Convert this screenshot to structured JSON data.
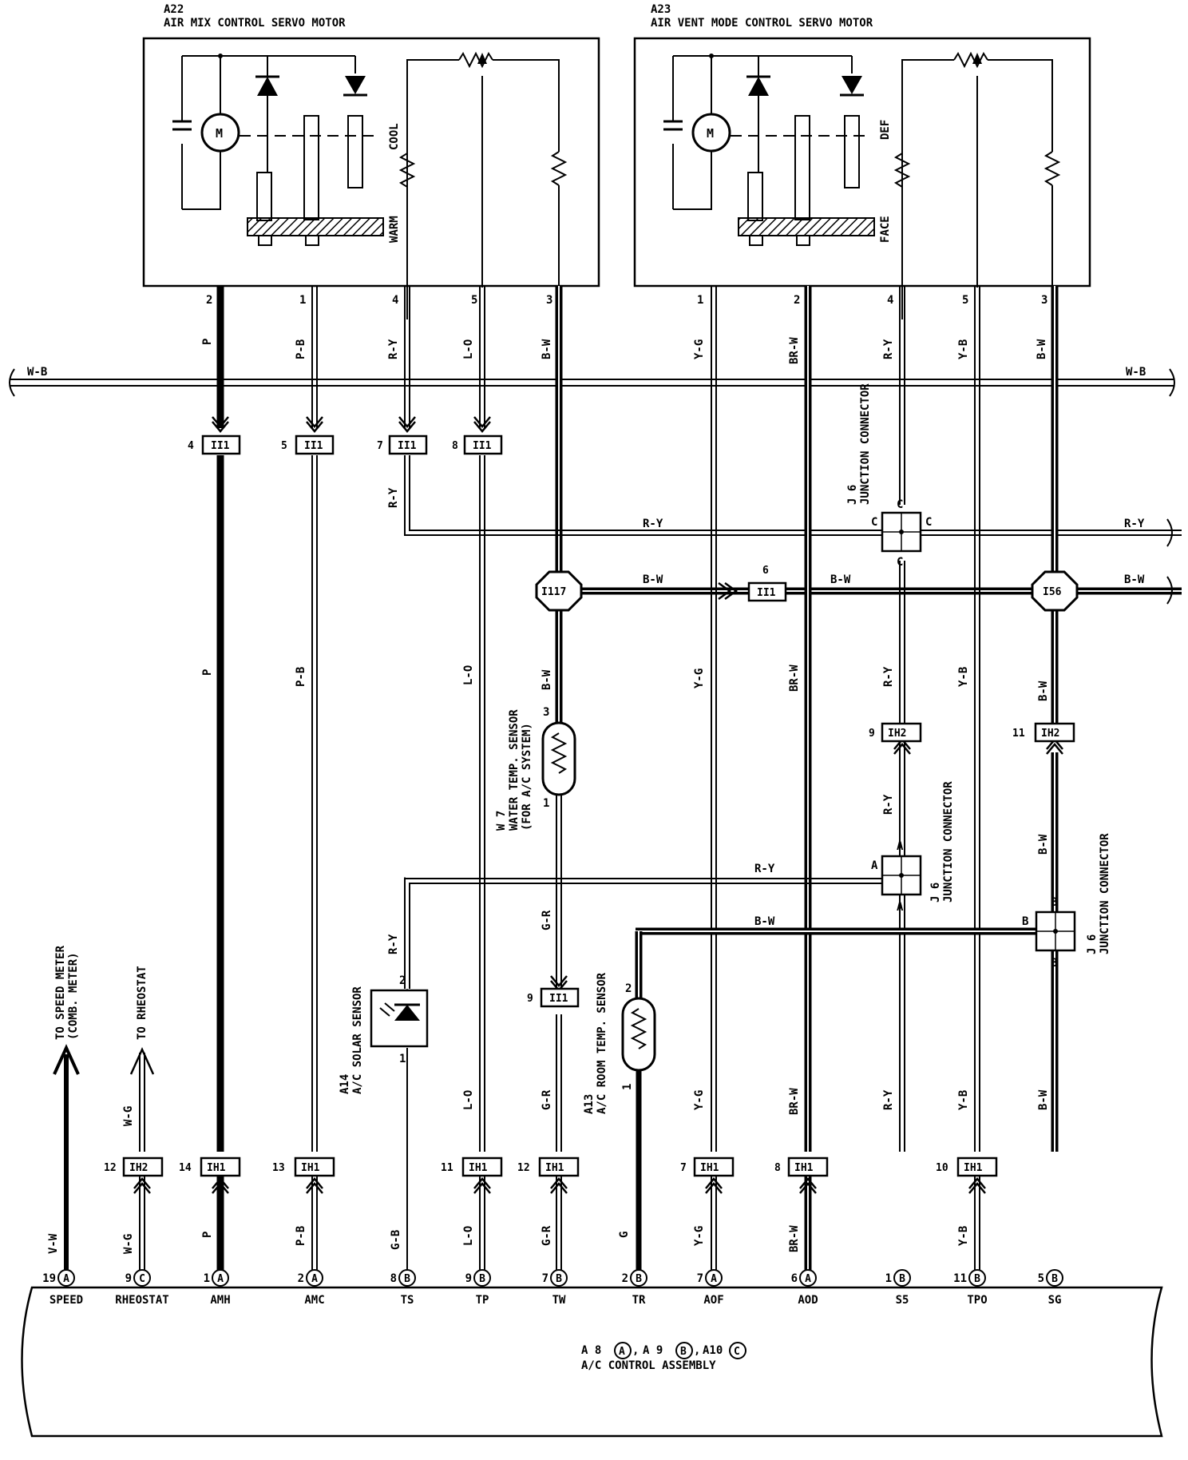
{
  "motors": [
    {
      "id": "A22",
      "name": "AIR MIX CONTROL SERVO MOTOR",
      "pos1": "COOL",
      "pos2": "WARM",
      "motor_symbol": "M"
    },
    {
      "id": "A23",
      "name": "AIR VENT MODE CONTROL SERVO MOTOR",
      "pos1": "DEF",
      "pos2": "FACE",
      "motor_symbol": "M"
    }
  ],
  "ground_bus": {
    "left": "W-B",
    "right": "W-B"
  },
  "motor_pins": {
    "a22": [
      "2",
      "1",
      "4",
      "5",
      "3"
    ],
    "a23": [
      "1",
      "2",
      "4",
      "5",
      "3"
    ]
  },
  "motor_wire_labels": {
    "a22": [
      "P",
      "P-B",
      "R-Y",
      "L-O",
      "B-W"
    ],
    "a23": [
      "Y-G",
      "BR-W",
      "R-Y",
      "Y-B",
      "B-W"
    ]
  },
  "mid_wire_labels": {
    "amh": "P",
    "amc": "P-B",
    "tp": "L-O",
    "tw_upper": "B-W",
    "aof": "Y-G",
    "aod": "BR-W",
    "s5": "R-Y",
    "tpo": "Y-B",
    "sg": "B-W",
    "s5_lower": "R-Y",
    "sg_lower": "B-W",
    "tw_mid": "G-R",
    "ts_up": "R-Y",
    "ry_branch": "R-Y"
  },
  "horizontal_labels": {
    "ry_main_left": "R-Y",
    "ry_main_right": "R-Y",
    "bw_main_mid1": "B-W",
    "bw_main_mid2": "B-W",
    "bw_main_right": "B-W",
    "ry_ts": "R-Y",
    "bw_tr": "B-W"
  },
  "connectors": {
    "ii1_4": {
      "code": "II1",
      "pin": "4"
    },
    "ii1_5": {
      "code": "II1",
      "pin": "5"
    },
    "ii1_7": {
      "code": "II1",
      "pin": "7"
    },
    "ii1_8": {
      "code": "II1",
      "pin": "8"
    },
    "ii1_6": {
      "code": "II1",
      "pin": "6"
    },
    "ii1_9": {
      "code": "II1",
      "pin": "9"
    },
    "ih2_9": {
      "code": "IH2",
      "pin": "9"
    },
    "ih2_11": {
      "code": "IH2",
      "pin": "11"
    },
    "ih2_12": {
      "code": "IH2",
      "pin": "12"
    },
    "ih1_14": {
      "code": "IH1",
      "pin": "14"
    },
    "ih1_13": {
      "code": "IH1",
      "pin": "13"
    },
    "ih1_11": {
      "code": "IH1",
      "pin": "11"
    },
    "ih1_12": {
      "code": "IH1",
      "pin": "12"
    },
    "ih1_7": {
      "code": "IH1",
      "pin": "7"
    },
    "ih1_8": {
      "code": "IH1",
      "pin": "8"
    },
    "ih1_10": {
      "code": "IH1",
      "pin": "10"
    }
  },
  "splices": {
    "i117": "I117",
    "i56": "I56"
  },
  "junctions": {
    "j6_top": {
      "label": "J 6",
      "desc": "JUNCTION CONNECTOR",
      "pin": "C"
    },
    "j6_mid": {
      "label": "J 6",
      "desc": "JUNCTION CONNECTOR",
      "pin": "A"
    },
    "j6_low": {
      "label": "J 6",
      "desc": "JUNCTION CONNECTOR",
      "pin": "B"
    }
  },
  "sensors": {
    "w7": {
      "id": "W 7",
      "name": "WATER TEMP. SENSOR",
      "note": "(FOR A/C SYSTEM)",
      "pin_top": "3",
      "pin_bottom": "1"
    },
    "a14": {
      "id": "A14",
      "name": "A/C SOLAR SENSOR",
      "pin_top": "2",
      "pin_bottom": "1"
    },
    "a13": {
      "id": "A13",
      "name": "A/C ROOM TEMP. SENSOR",
      "pin_top": "2",
      "pin_bottom": "1"
    }
  },
  "off_page": {
    "speed": {
      "text1": "TO SPEED METER",
      "text2": "(COMB. METER)"
    },
    "rheostat": {
      "text1": "TO RHEOSTAT"
    }
  },
  "lower_wire_labels": {
    "speed": "V-W",
    "rheo_up": "W-G",
    "rheo_low": "W-G",
    "amh": "P",
    "amc": "P-B",
    "ts": "G-B",
    "tp_up": "L-O",
    "tp_low": "L-O",
    "tw_up": "G-R",
    "tw_low": "G-R",
    "tr": "G",
    "aof_up": "Y-G",
    "aof_low": "Y-G",
    "aod_up": "BR-W",
    "aod_low": "BR-W",
    "s5": "R-Y",
    "tpo_up": "Y-B",
    "tpo_low": "Y-B",
    "sg": "B-W"
  },
  "terminals": [
    {
      "pin": "19",
      "letter": "A",
      "name": "SPEED"
    },
    {
      "pin": "9",
      "letter": "C",
      "name": "RHEOSTAT"
    },
    {
      "pin": "1",
      "letter": "A",
      "name": "AMH"
    },
    {
      "pin": "2",
      "letter": "A",
      "name": "AMC"
    },
    {
      "pin": "8",
      "letter": "B",
      "name": "TS"
    },
    {
      "pin": "9",
      "letter": "B",
      "name": "TP"
    },
    {
      "pin": "7",
      "letter": "B",
      "name": "TW"
    },
    {
      "pin": "2",
      "letter": "B",
      "name": "TR"
    },
    {
      "pin": "7",
      "letter": "A",
      "name": "AOF"
    },
    {
      "pin": "6",
      "letter": "A",
      "name": "AOD"
    },
    {
      "pin": "1",
      "letter": "B",
      "name": "S5"
    },
    {
      "pin": "11",
      "letter": "B",
      "name": "TPO"
    },
    {
      "pin": "5",
      "letter": "B",
      "name": "SG"
    }
  ],
  "assembly": {
    "id_a": "A 8",
    "l_a": "A",
    "id_b": "A 9",
    "l_b": "B",
    "id_c": "A10",
    "l_c": "C",
    "sep": ",",
    "name": "A/C CONTROL ASSEMBLY"
  }
}
